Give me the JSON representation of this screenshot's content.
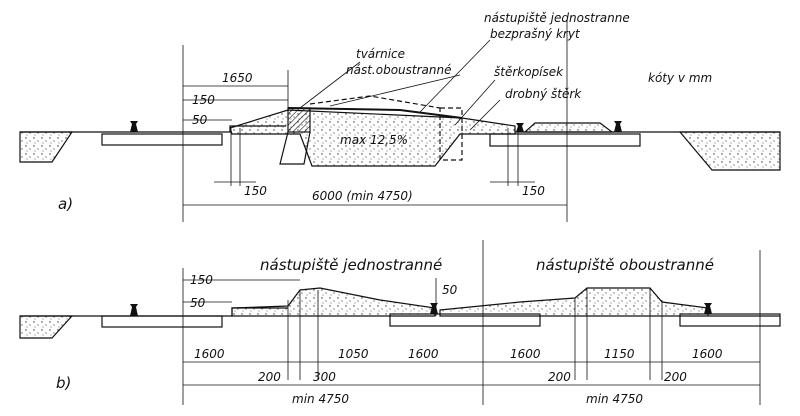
{
  "labels": {
    "jednostranne": "nástupiště jednostranne",
    "kryt": "bezprašný kryt",
    "tvarnice": "tvárnice",
    "oboustranne_short": "nást.oboustranné",
    "sterkopisek": "štěrkopísek",
    "drobny": "drobný štěrk",
    "unit": "kóty v mm",
    "max": "max 12,5%",
    "title_b_left": "nástupiště jednostranné",
    "title_b_right": "nástupiště oboustranné",
    "part_a": "a)",
    "part_b": "b)"
  },
  "dims_a": {
    "d1650": "1650",
    "d150": "150",
    "d50": "50",
    "d150_left": "150",
    "d150_right": "150",
    "d6000": "6000 (min 4750)"
  },
  "dims_b": {
    "d150": "150",
    "d50": "50",
    "d50_mid": "50",
    "d1600_a": "1600",
    "d1050": "1050",
    "d1600_b": "1600",
    "d1600_c": "1600",
    "d1150": "1150",
    "d1600_d": "1600",
    "d200_a": "200",
    "d300": "300",
    "d200_b": "200",
    "d200_c": "200",
    "min_left": "min 4750",
    "min_right": "min 4750"
  }
}
